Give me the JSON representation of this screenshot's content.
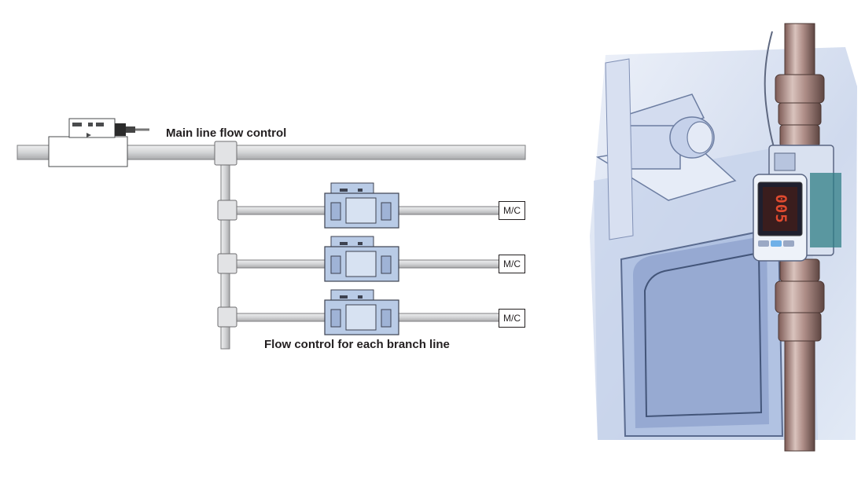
{
  "labels": {
    "main_line": "Main line flow control",
    "branch_line": "Flow control for each branch line"
  },
  "branches": [
    {
      "terminal": "M/C"
    },
    {
      "terminal": "M/C"
    },
    {
      "terminal": "M/C"
    }
  ],
  "illustration": {
    "display_reading": "005"
  },
  "colors": {
    "pipe_fill": "#d7d8da",
    "pipe_stroke": "#7d7e80",
    "sensor_fill": "#b9cbe6",
    "sensor_stroke": "#3d4250",
    "display_red": "#e04a2f"
  }
}
